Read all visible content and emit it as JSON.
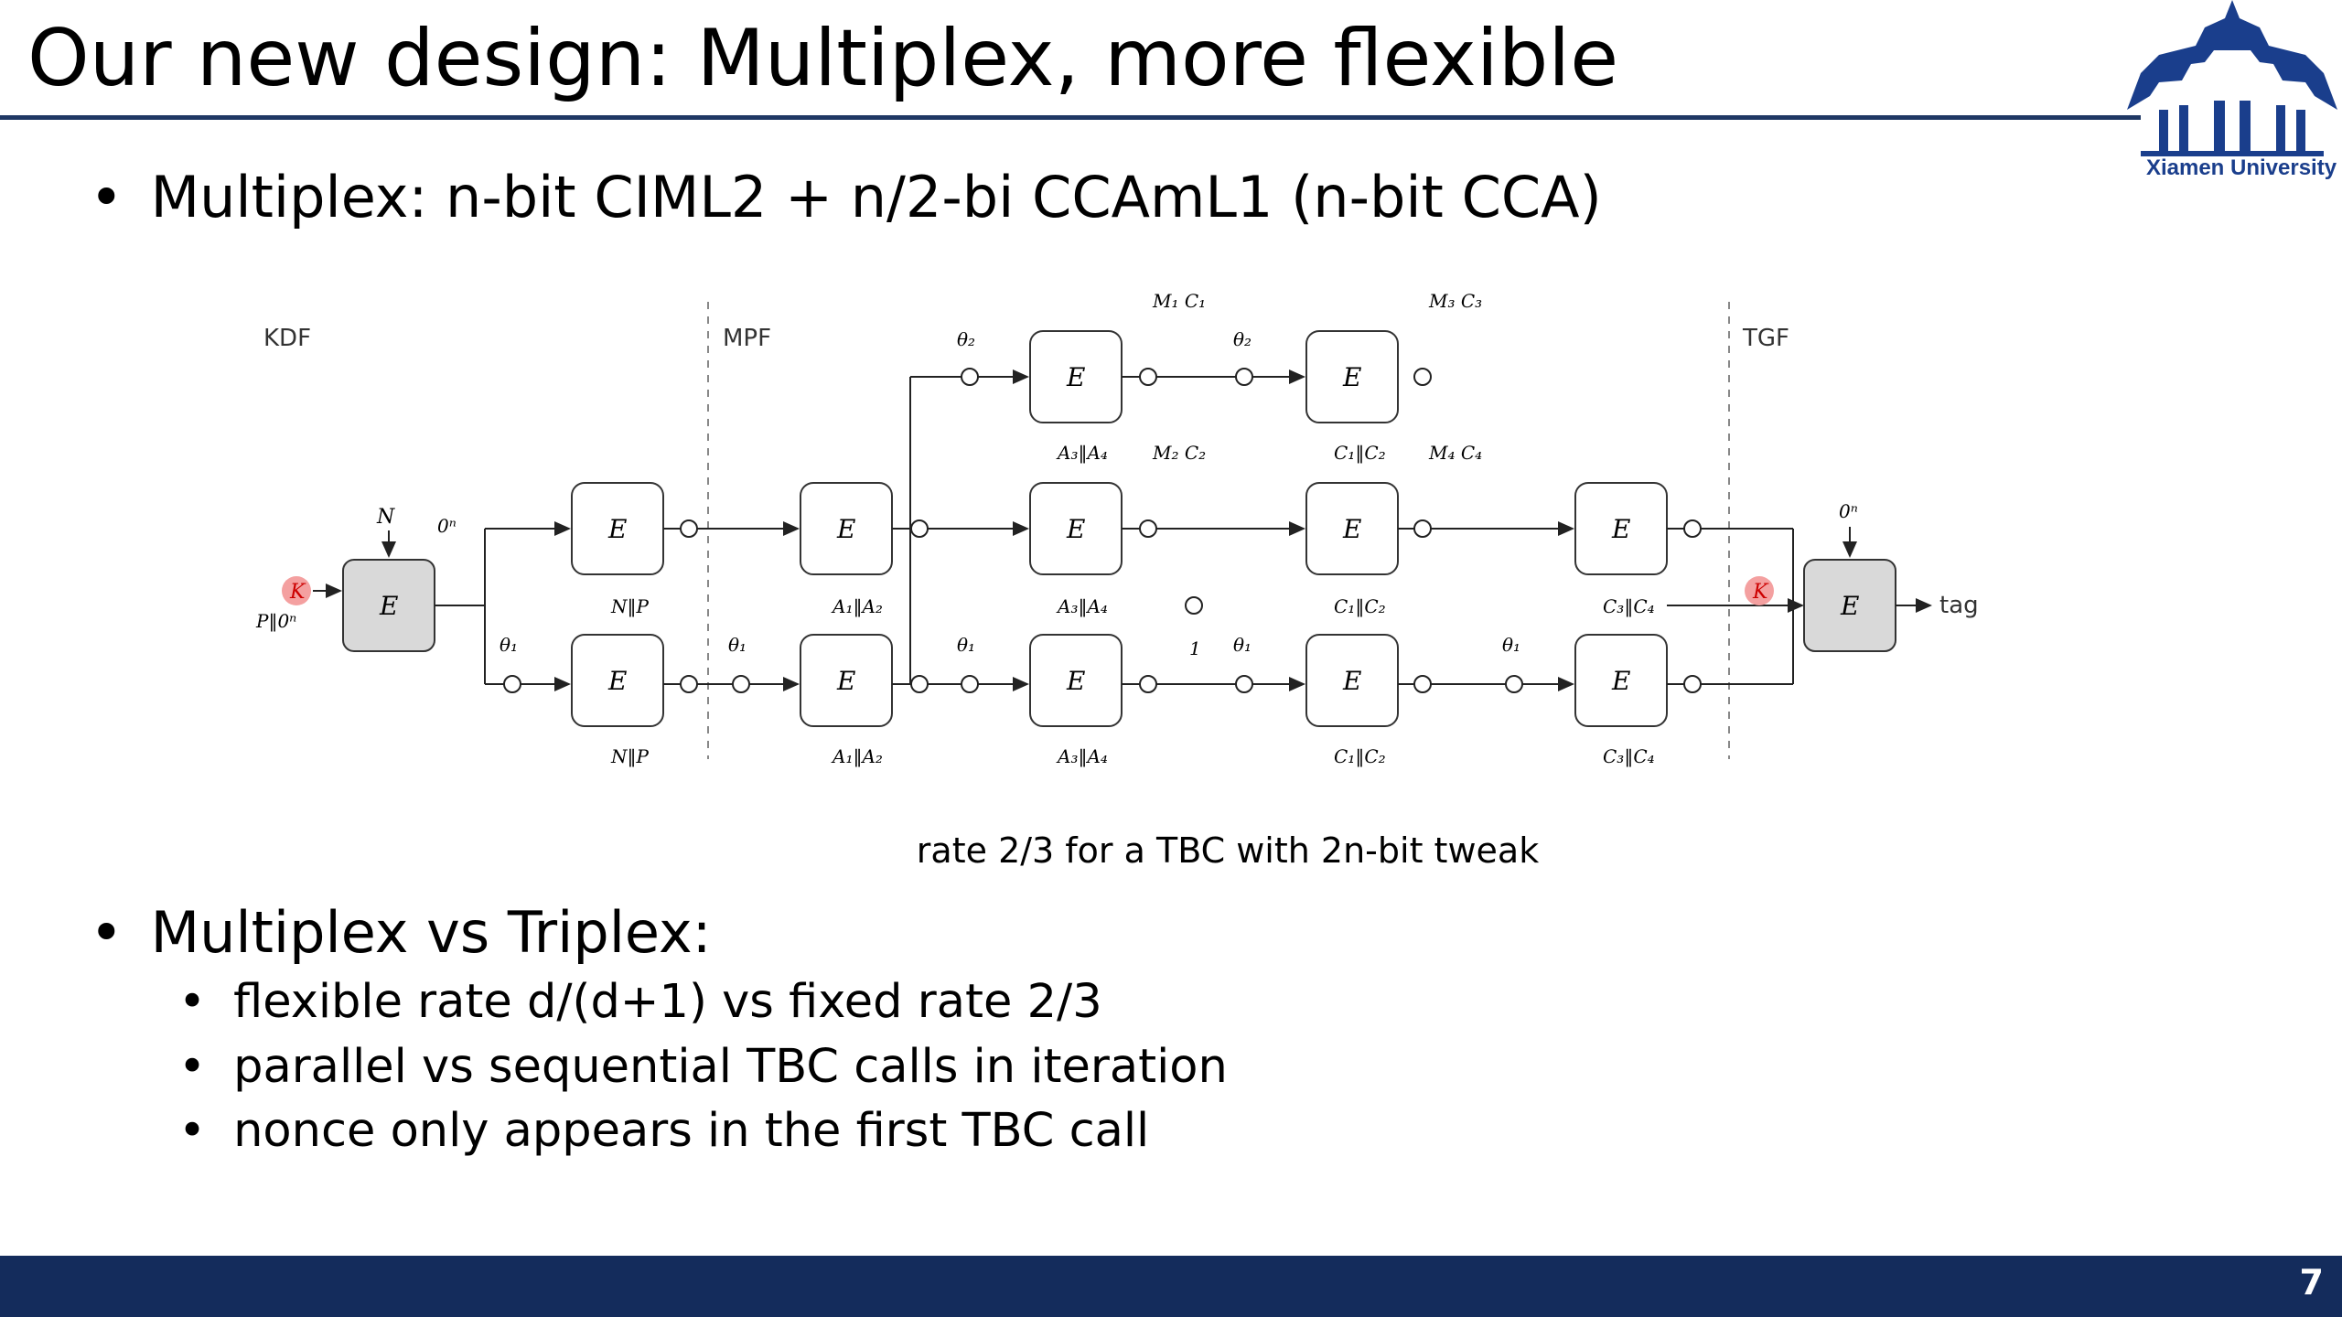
{
  "slide": {
    "title": "Our new design: Multiplex, more flexible",
    "logo_text": "Xiamen University",
    "bullet1": "Multiplex: n-bit CIML2 + n/2-bi CCAmL1 (n-bit CCA)",
    "caption": "rate 2/3 for a TBC with 2n-bit tweak",
    "bullet2": "Multiplex vs Triplex:",
    "sub_bullets": [
      "flexible rate d/(d+1) vs fixed rate 2/3",
      "parallel vs sequential TBC calls in iteration",
      "nonce only appears in the first TBC call"
    ],
    "page_number": "7"
  },
  "diagram": {
    "sections": [
      "KDF",
      "MPF",
      "TGF"
    ],
    "key_label": "K",
    "block_label": "E",
    "labels": {
      "nonce": "N",
      "pad": "P‖0ⁿ",
      "zero": "0ⁿ",
      "theta1": "θ₁",
      "theta2": "θ₂",
      "np": "N‖P",
      "a12": "A₁‖A₂",
      "a34": "A₃‖A₄",
      "c12": "C₁‖C₂",
      "c34": "C₃‖C₄",
      "m1c1": "M₁ C₁",
      "m2c2": "M₂ C₂",
      "m3c3": "M₃ C₃",
      "m4c4": "M₄ C₄",
      "one": "1",
      "tag": "tag"
    }
  }
}
